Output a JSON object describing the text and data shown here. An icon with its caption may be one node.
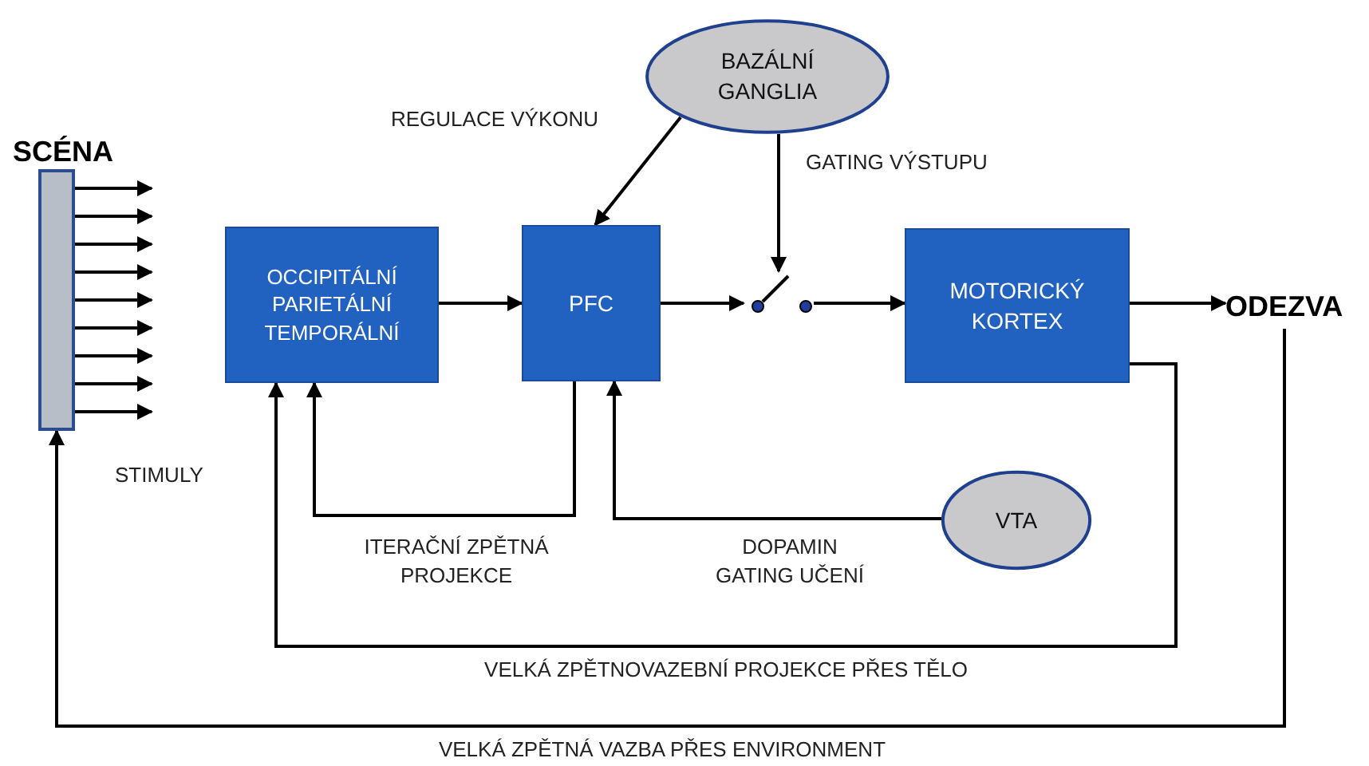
{
  "diagram": {
    "nodes": [
      {
        "text": [
          "SCÉNA"
        ]
      },
      {
        "text": [
          "OCCIPITÁLNÍ PARIETÁLNÍ TEMPORÁLNÍ"
        ]
      },
      {
        "text": [
          "PFC"
        ]
      },
      {
        "text": [
          "BAZÁLNÍ GANGLIA"
        ]
      },
      {
        "text": [],
        "shape": "switch"
      },
      {
        "text": [
          "MOTORICKÝ KORTEX"
        ]
      },
      {
        "text": [
          "ODEZVA"
        ]
      },
      {
        "text": [
          "VTA"
        ]
      }
    ],
    "edges": [
      {
        "from": 0,
        "to": null,
        "arrow": "to"
      },
      {
        "from": 0,
        "to": null,
        "arrow": "to"
      },
      {
        "from": 0,
        "to": null,
        "arrow": "to"
      },
      {
        "from": 0,
        "to": null,
        "arrow": "to"
      },
      {
        "from": 0,
        "to": null,
        "arrow": "to"
      },
      {
        "from": 0,
        "to": null,
        "arrow": "to"
      },
      {
        "from": 0,
        "to": null,
        "arrow": "to"
      },
      {
        "from": 0,
        "to": null,
        "arrow": "to"
      },
      {
        "from": 0,
        "to": null,
        "arrow": "to"
      },
      {
        "from": 1,
        "to": 2,
        "arrow": "to"
      },
      {
        "from": 3,
        "to": 2,
        "arrow": "to",
        "label": "REGULACE VÝKONU"
      },
      {
        "from": 3,
        "to": 4,
        "arrow": "to",
        "label": "GATING VÝSTUPU"
      },
      {
        "from": 2,
        "to": 4,
        "arrow": "to"
      },
      {
        "from": 4,
        "to": 5,
        "arrow": "to"
      },
      {
        "from": 5,
        "to": 6,
        "arrow": "to"
      },
      {
        "from": 2,
        "to": 1,
        "arrow": "to",
        "label": "ITERAČNÍ ZPĚTNÁ PROJEKCE"
      },
      {
        "from": 7,
        "to": 2,
        "arrow": "to",
        "label": "DOPAMIN GATING UČENÍ"
      },
      {
        "from": 5,
        "to": 1,
        "arrow": "to",
        "label": "VELKÁ ZPĚTNOVAZEBNÍ PROJEKCE PŘES TĚLO"
      },
      {
        "from": 6,
        "to": 0,
        "arrow": "to",
        "label": "VELKÁ ZPĚTNÁ VAZBA PŘES ENVIRONMENT"
      }
    ],
    "labels": [
      "STIMULY"
    ]
  }
}
